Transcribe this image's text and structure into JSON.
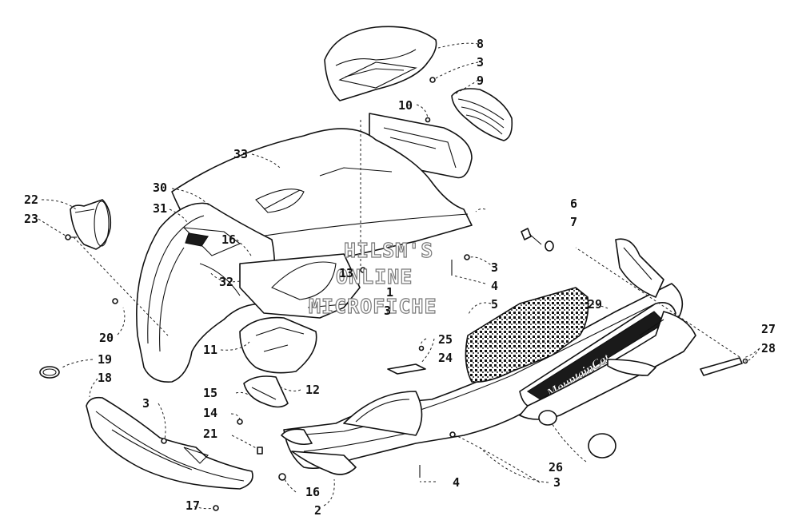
{
  "watermark": {
    "line1": "HILSM'S",
    "line2": "ONLINE",
    "line3": "MICROFICHE"
  },
  "decal_text": "MountainCat",
  "callouts": {
    "c8": "8",
    "c3a": "3",
    "c9": "9",
    "c10": "10",
    "c33": "33",
    "c30": "30",
    "c22": "22",
    "c31": "31",
    "c23": "23",
    "c16a": "16",
    "c13": "13",
    "c1": "1",
    "c3b": "3",
    "c6": "6",
    "c7": "7",
    "c3c": "3",
    "c4a": "4",
    "c5": "5",
    "c29": "29",
    "c32": "32",
    "c20": "20",
    "c25": "25",
    "c24": "24",
    "c27": "27",
    "c28": "28",
    "c19": "19",
    "c18": "18",
    "c11": "11",
    "c12": "12",
    "c15": "15",
    "c3d": "3",
    "c14": "14",
    "c21": "21",
    "c26": "26",
    "c4b": "4",
    "c3e": "3",
    "c16b": "16",
    "c17": "17",
    "c2": "2"
  }
}
